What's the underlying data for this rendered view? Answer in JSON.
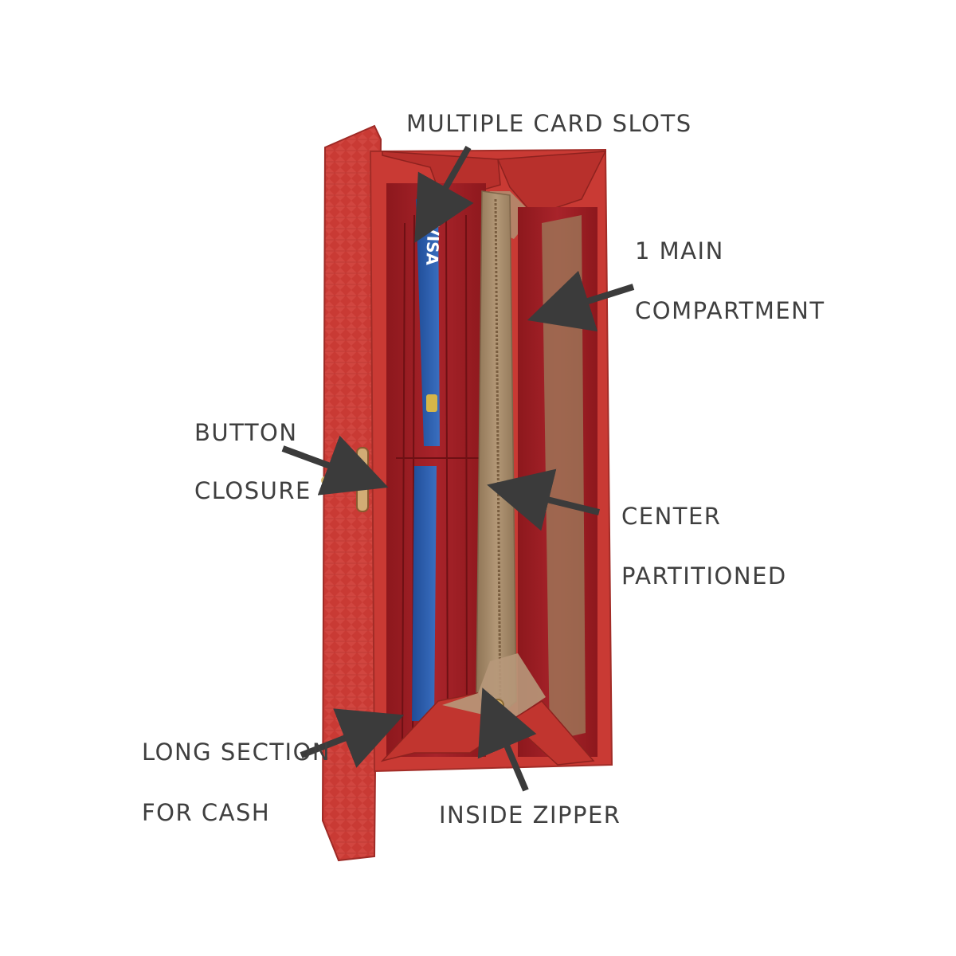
{
  "colors": {
    "wallet_red": "#c93a34",
    "lining_red": "#9c1d22",
    "tan_partition": "#a88c6a",
    "card_blue": "#2d5da8",
    "text_gray": "#3f3f3f",
    "arrow_gray": "#3b3b3b",
    "button_gold": "#c9a46a"
  },
  "labels": {
    "card_slots": "MULTIPLE CARD SLOTS",
    "main_compartment_line1": "1 MAIN",
    "main_compartment_line2": "COMPARTMENT",
    "button_closure_line1": "BUTTON",
    "button_closure_line2": "CLOSURE",
    "center_partitioned_line1": "CENTER",
    "center_partitioned_line2": "PARTITIONED",
    "long_section_line1": "LONG SECTION",
    "long_section_line2": "FOR CASH",
    "inside_zipper": "INSIDE ZIPPER"
  },
  "card_brand": "VISA"
}
